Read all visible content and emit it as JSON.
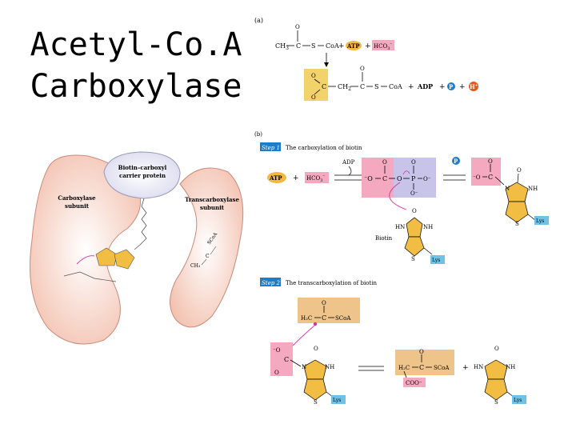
{
  "title": {
    "line1": "Acetyl-Co.A",
    "line2": "Carboxylase"
  },
  "panel_a": {
    "label": "(a)",
    "eq1": {
      "ch3": "CH",
      "ch3_sub": "3",
      "c": "C",
      "s": "S",
      "coa": "CoA",
      "plus1": "+",
      "atp": "ATP",
      "plus2": "+",
      "hco3": "HCO",
      "hco3_sub": "3",
      "hco3_sup": "–"
    },
    "eq2": {
      "o_top": "O",
      "c": "C",
      "o_bot": "O",
      "ch2": "CH",
      "ch2_sub": "2",
      "c2": "C",
      "o2": "O",
      "s": "S",
      "coa": "CoA",
      "plus1": "+",
      "adp": "ADP",
      "plus2": "+",
      "p": "P",
      "plus3": "+",
      "h": "H",
      "h_sup": "+"
    }
  },
  "panel_b": {
    "label": "(b)"
  },
  "step1": {
    "tag": "Step 1",
    "title": "The carboxylation of biotin",
    "adp": "ADP",
    "atp": "ATP",
    "plus": "+",
    "hco3": "HCO",
    "hco3_sub": "3",
    "hco3_sup": "–",
    "o_minus": "⁻O",
    "c": "C",
    "o": "O",
    "p": "P",
    "o2": "O",
    "o_minus2": "O⁻",
    "o_minus3": "O⁻",
    "p_circle": "P",
    "o3": "O",
    "c2": "C",
    "o_minus4": "⁻O",
    "n": "N",
    "nh": "NH",
    "s": "S",
    "lys": "Lys",
    "hn": "HN",
    "nh2": "NH",
    "biotin": "Biotin",
    "s2": "S",
    "lys2": "Lys"
  },
  "step2": {
    "tag": "Step 2",
    "title": "The transcarboxylation of biotin",
    "h2c": "H₂C",
    "c": "C",
    "scoa": "SCoA",
    "o": "O",
    "o_minus": "⁻O",
    "c2": "C",
    "o2": "O",
    "n": "N",
    "nh": "NH",
    "s": "S",
    "lys": "Lys",
    "h2c_2": "H₂C",
    "c3": "C",
    "scoa2": "SCoA",
    "coo": "COO⁻",
    "o3": "O",
    "plus": "+",
    "hn": "HN",
    "nh2": "NH",
    "o4": "O",
    "s2": "S",
    "lys2": "Lys"
  },
  "complex": {
    "bccp_line1": "Biotin–carboxyl",
    "bccp_line2": "carrier protein",
    "carb_line1": "Carboxylase",
    "carb_line2": "subunit",
    "trans_line1": "Transcarboxylase",
    "trans_line2": "subunit",
    "coa_label": "SCoA",
    "ch3_label": "CH₃",
    "c_label": "C"
  },
  "colors": {
    "atp": "#f5b942",
    "hco3": "#f4a9c0",
    "phosphate": "#c8c3e8",
    "biotin": "#f2bd43",
    "acyl": "#efc48a",
    "lys": "#6fc2e6",
    "magenta": "#d6339a",
    "blob": "#f6cdbf",
    "bccp": "#e6e6f3",
    "accent_blue": "#1f7cc7",
    "proton": "#e35b1d"
  }
}
